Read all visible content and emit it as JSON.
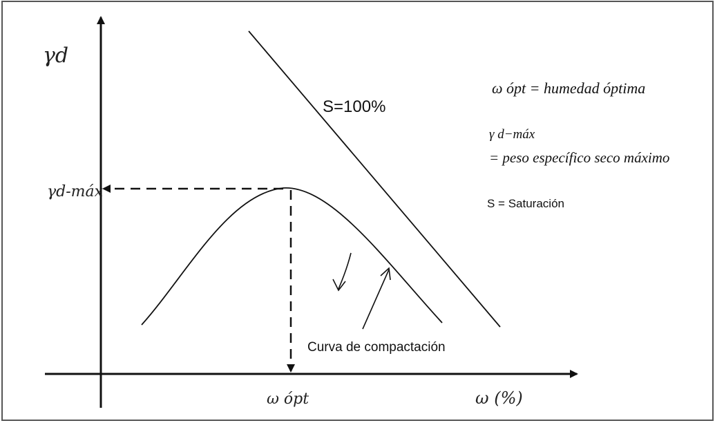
{
  "figure": {
    "y_axis_label": "γd",
    "y_max_label": "γd-máx",
    "x_axis_label": "ω (%)",
    "x_opt_label": "ω ópt",
    "saturation_line_label": "S=100%",
    "curve_label": "Curva de compactación",
    "legend": {
      "humedad": "ω ópt = humedad óptima",
      "peso_symbol": "γ d−máx",
      "peso_text": "= peso específico seco máximo",
      "saturacion": "S = Saturación"
    }
  },
  "colors": {
    "ink": "#111111",
    "frame": "#555555",
    "background": "#ffffff"
  }
}
